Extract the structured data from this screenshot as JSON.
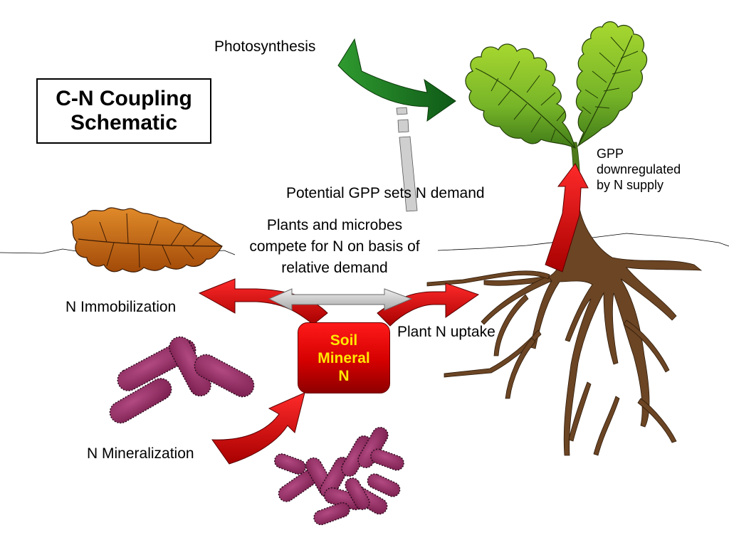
{
  "title": {
    "line1": "C-N Coupling",
    "line2": "Schematic"
  },
  "labels": {
    "photosynthesis": "Photosynthesis",
    "potential_gpp": "Potential GPP sets N demand",
    "compete": [
      "Plants and microbes",
      "compete for N on basis of",
      "relative demand"
    ],
    "gpp_down": [
      "GPP",
      "downregulated",
      "by N supply"
    ],
    "immobilization": "N Immobilization",
    "plant_uptake": "Plant N uptake",
    "mineralization": "N Mineralization"
  },
  "soil_pool": {
    "line1": "Soil",
    "line2": "Mineral",
    "line3": "N"
  },
  "icons": [
    "leaf-litter-icon",
    "microbe-icon",
    "plant-seedling-icon",
    "root-system-icon",
    "photosynthesis-arrow-icon"
  ],
  "colors": {
    "photosynthesis_arrow": "#1e7a1e",
    "flux_arrow": "#e00000",
    "soil_text": "#ffe800",
    "leaf": "#7ab82a",
    "litter": "#c86414",
    "microbe": "#9a2f66",
    "root": "#6b4524",
    "compete_arrow": "#c8c8c8"
  }
}
